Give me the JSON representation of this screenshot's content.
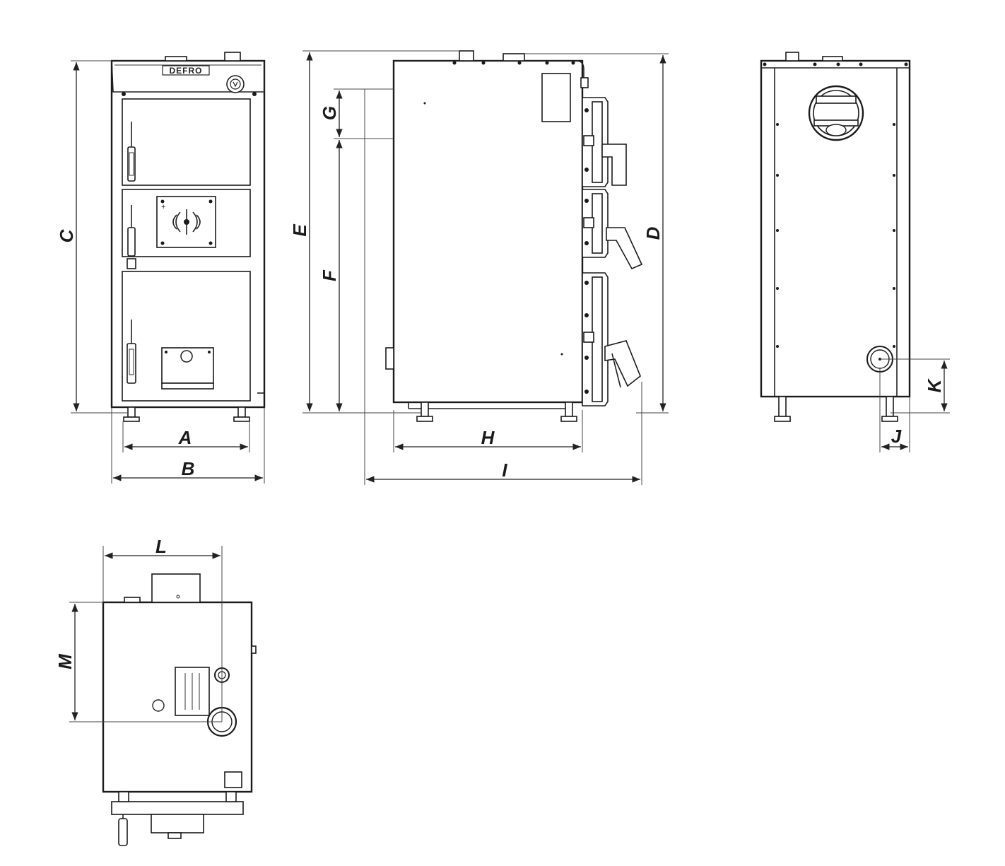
{
  "brand": "DEFRO",
  "dimensions": {
    "A": "A",
    "B": "B",
    "C": "C",
    "D": "D",
    "E": "E",
    "F": "F",
    "G": "G",
    "H": "H",
    "I": "I",
    "J": "J",
    "K": "K",
    "L": "L",
    "M": "M"
  }
}
